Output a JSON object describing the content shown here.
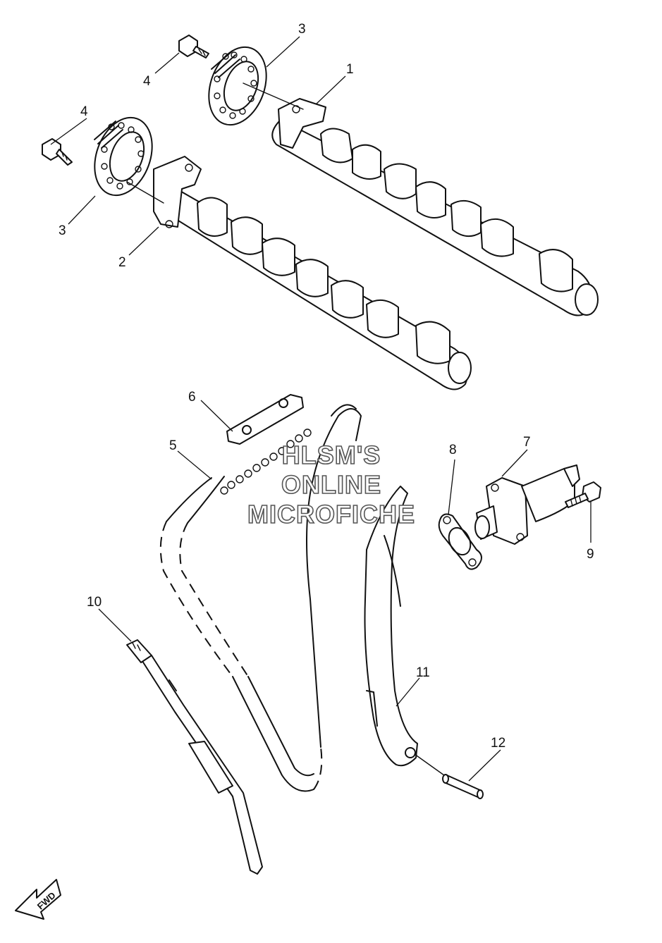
{
  "callouts": [
    {
      "id": "1",
      "label": "1"
    },
    {
      "id": "2",
      "label": "2"
    },
    {
      "id": "3a",
      "label": "3"
    },
    {
      "id": "3b",
      "label": "3"
    },
    {
      "id": "4a",
      "label": "4"
    },
    {
      "id": "4b",
      "label": "4"
    },
    {
      "id": "5",
      "label": "5"
    },
    {
      "id": "6",
      "label": "6"
    },
    {
      "id": "7",
      "label": "7"
    },
    {
      "id": "8",
      "label": "8"
    },
    {
      "id": "9",
      "label": "9"
    },
    {
      "id": "10",
      "label": "10"
    },
    {
      "id": "11",
      "label": "11"
    },
    {
      "id": "12",
      "label": "12"
    }
  ],
  "watermark": {
    "line1": "HLSM'S",
    "line2": "ONLINE",
    "line3": "MICROFICHE"
  },
  "direction_marker": {
    "label": "FWD"
  }
}
